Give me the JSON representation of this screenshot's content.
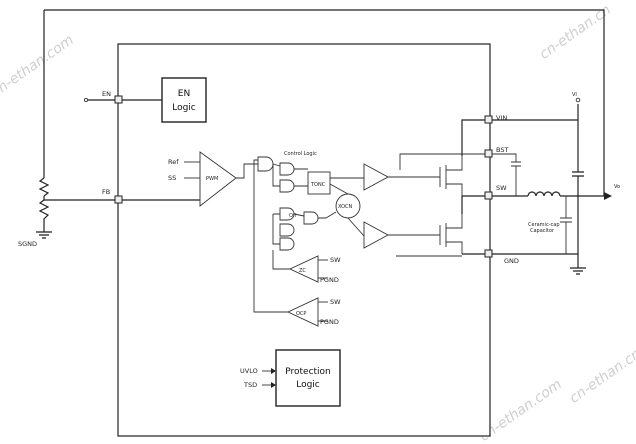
{
  "blocks": {
    "en_logic": [
      "EN",
      "Logic"
    ],
    "protection_logic": [
      "Protection",
      "Logic"
    ],
    "xocon": "XOCN",
    "tonc": "TONC",
    "zc": "ZC",
    "ocp": "OCP",
    "pwm": "PWM"
  },
  "labels": {
    "en": "EN",
    "fb": "FB",
    "sgnd": "SGND",
    "ref": "Ref",
    "ss": "SS",
    "control_logic": "Control Logic",
    "off": "Off",
    "sw_zc": "SW",
    "pgnd_zc": "PGND",
    "sw_ocp": "SW",
    "pgnd_ocp": "PGND",
    "uvlo": "UVLO",
    "tsd": "TSD",
    "vin": "VIN",
    "bst": "BST",
    "sw_pin": "SW",
    "gnd": "GND",
    "vi": "VI",
    "vo": "Vo",
    "cap_note": [
      "Ceramic-cap",
      "Capacitor"
    ]
  },
  "watermarks": [
    "cn-ethan.com",
    "cn-ethan.cn",
    "cn-ethan.com",
    "cn-ethan.cn"
  ]
}
